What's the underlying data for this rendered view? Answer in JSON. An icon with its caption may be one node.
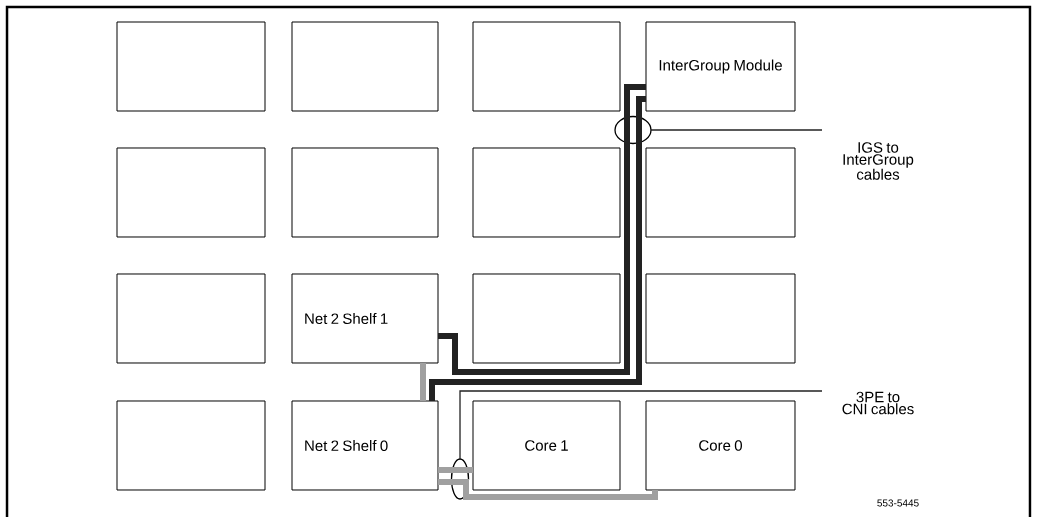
{
  "diagram": {
    "nodes": [
      {
        "text": [],
        "shape": "box"
      },
      {
        "text": [],
        "shape": "box"
      },
      {
        "text": [],
        "shape": "box"
      },
      {
        "text": [
          "InterGroup Module"
        ]
      },
      {
        "text": [],
        "shape": "box"
      },
      {
        "text": [],
        "shape": "box"
      },
      {
        "text": [],
        "shape": "box"
      },
      {
        "text": [],
        "shape": "box"
      },
      {
        "text": [],
        "shape": "box"
      },
      {
        "text": [
          "Net 2 Shelf 1"
        ]
      },
      {
        "text": [],
        "shape": "box"
      },
      {
        "text": [],
        "shape": "box"
      },
      {
        "text": [],
        "shape": "box"
      },
      {
        "text": [
          "Net 2 Shelf 0"
        ]
      },
      {
        "text": [
          "Core 1"
        ]
      },
      {
        "text": [
          "Core 0"
        ]
      },
      {
        "text": [
          "IGS to InterGroup cables"
        ]
      },
      {
        "text": [
          "3PE to CNI cables"
        ]
      }
    ],
    "edges": [
      {
        "from": 13,
        "to": 3,
        "arrow": "none"
      },
      {
        "from": 9,
        "to": 3,
        "arrow": "none"
      },
      {
        "from": 13,
        "to": 9,
        "arrow": "none",
        "color": "#a0a0a0"
      },
      {
        "from": 13,
        "to": 14,
        "arrow": "none",
        "color": "#a0a0a0"
      },
      {
        "from": 13,
        "to": 15,
        "arrow": "none",
        "color": "#a0a0a0"
      },
      {
        "from": 16,
        "to": null,
        "arrow": "none"
      },
      {
        "from": 17,
        "to": null,
        "arrow": "none"
      }
    ],
    "labels": [
      "553-5445"
    ]
  }
}
